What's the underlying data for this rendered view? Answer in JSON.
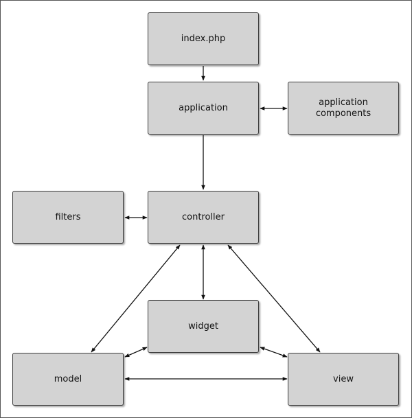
{
  "diagram": {
    "nodes": {
      "index": "index.php",
      "application": "application",
      "app_components": "application\ncomponents",
      "filters": "filters",
      "controller": "controller",
      "widget": "widget",
      "model": "model",
      "view": "view"
    },
    "colors": {
      "box_fill": "#d3d3d3",
      "box_border": "#3a3a3a",
      "arrow": "#111111"
    }
  }
}
